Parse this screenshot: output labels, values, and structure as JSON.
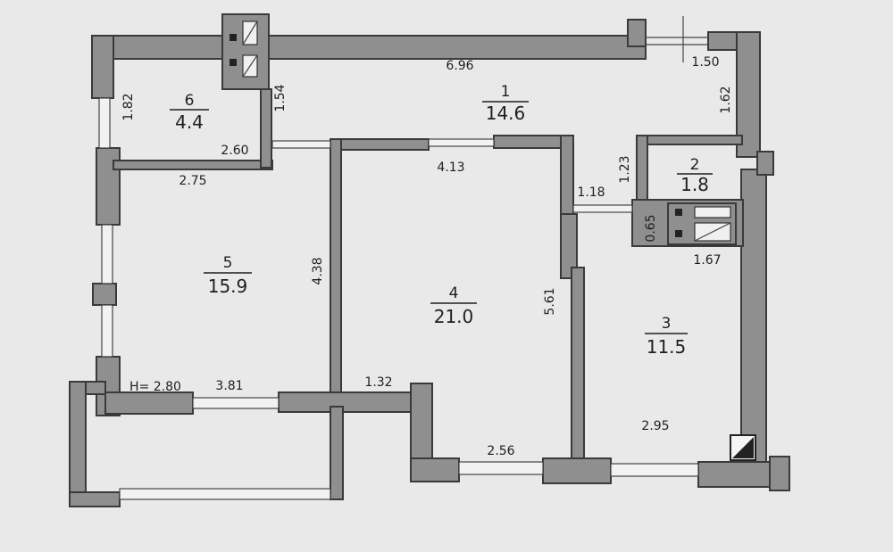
{
  "rooms": [
    {
      "number": "1",
      "area": "14.6"
    },
    {
      "number": "2",
      "area": "1.8"
    },
    {
      "number": "3",
      "area": "11.5"
    },
    {
      "number": "4",
      "area": "21.0"
    },
    {
      "number": "5",
      "area": "15.9"
    },
    {
      "number": "6",
      "area": "4.4"
    }
  ],
  "dimensions": [
    "6.96",
    "1.50",
    "1.62",
    "1.82",
    "1.54",
    "2.60",
    "2.75",
    "4.13",
    "1.23",
    "1.18",
    "0.65",
    "1.67",
    "4.38",
    "5.61",
    "3.81",
    "1.32",
    "2.56",
    "2.95"
  ],
  "ceiling_height": "H= 2.80"
}
